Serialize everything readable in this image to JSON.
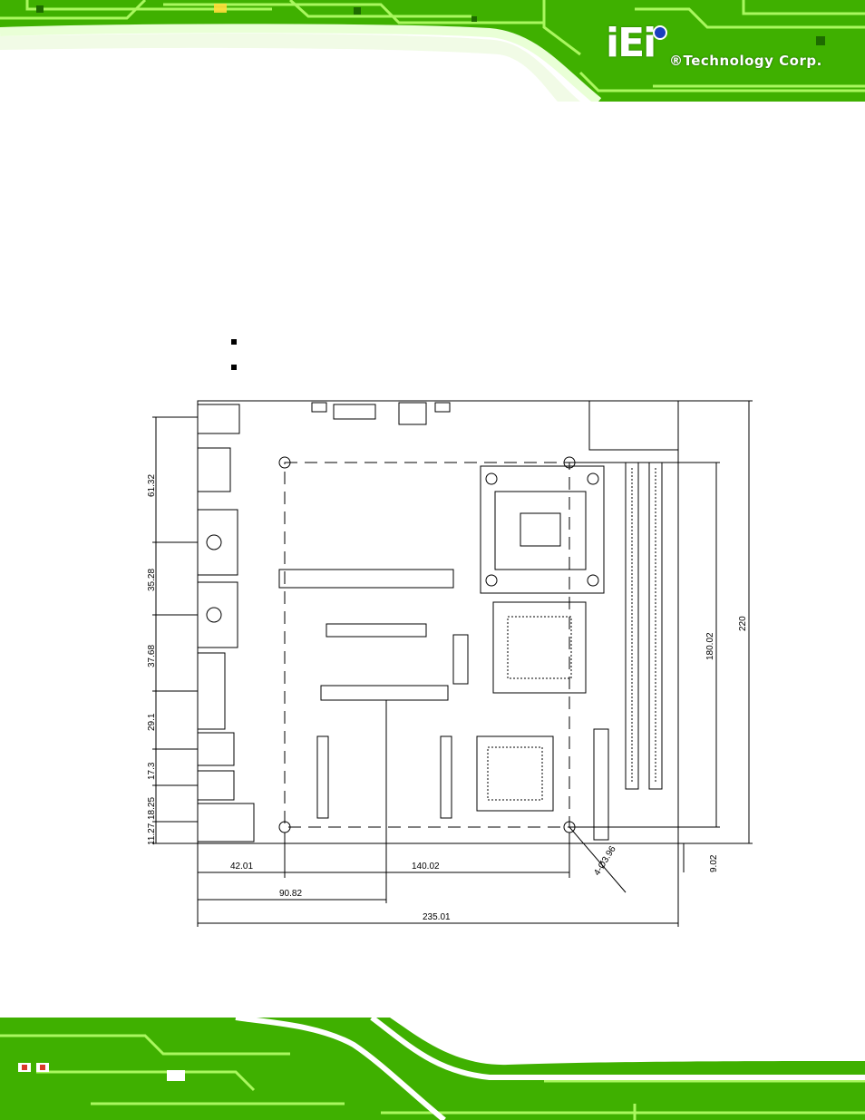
{
  "header": {
    "logo_mark": "iEi",
    "logo_text": "®Technology Corp."
  },
  "content": {
    "bullets": [
      "",
      ""
    ]
  },
  "drawing": {
    "dimensions": {
      "horizontal": {
        "d1": "42.01",
        "d2": "140.02",
        "d3": "90.82",
        "d4": "235.01"
      },
      "vertical_left": [
        "61.32",
        "35.28",
        "37.68",
        "29.1",
        "17.3",
        "18.25",
        "11.27"
      ],
      "right": {
        "inner": "180.02",
        "outer": "220",
        "bottom": "9.02"
      },
      "hole_note": "4-Ø3.96"
    }
  },
  "colors": {
    "board_green": "#66e000",
    "trace_light": "#aaff55",
    "dark_green": "#1e6b00",
    "swoosh_white": "#ffffff"
  }
}
